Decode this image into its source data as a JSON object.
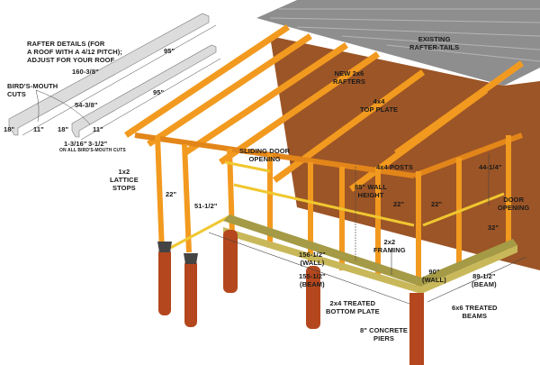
{
  "rafter_details": {
    "title_lines": [
      "RAFTER DETAILS (FOR",
      "A ROOF WITH A 4/12 PITCH);",
      "ADJUST FOR YOUR ROOF"
    ],
    "long_rafter": "160-3/8\"",
    "short_rafter": "54-3/8\"",
    "tail_top": "95\"",
    "tail_bottom": "95\"",
    "birds_mouth": [
      "BIRD'S-MOUTH",
      "CUTS"
    ],
    "dim_18_a": "18\"",
    "dim_11_a": "11\"",
    "dim_18_b": "18\"",
    "dim_11_b": "11\"",
    "cut_depth": "1-3/16\"",
    "cut_seat": "3-1/2\"",
    "cut_note": "ON ALL BIRD'S-MOUTH CUTS"
  },
  "labels": {
    "existing_rafter_tails": [
      "EXISTING",
      "RAFTER-TAILS"
    ],
    "new_rafters": [
      "NEW 2x6",
      "RAFTERS"
    ],
    "top_plate": [
      "4x4",
      "TOP PLATE"
    ],
    "sliding_door": [
      "SLIDING DOOR",
      "OPENING"
    ],
    "posts": "4x4 POSTS",
    "door_height": "44-1/4\"",
    "door_opening": [
      "DOOR",
      "OPENING"
    ],
    "wall_height": [
      "85\" WALL",
      "HEIGHT"
    ],
    "spacing_1": "22\"",
    "spacing_2": "22\"",
    "door_width": "32\"",
    "lattice_stops": [
      "1x2",
      "LATTICE",
      "STOPS"
    ],
    "lattice_spacing": "22\"",
    "lattice_width": "51-1/2\"",
    "framing_2x2": [
      "2x2",
      "FRAMING"
    ],
    "wall_length": [
      "156-1/2\"",
      "(WALL)"
    ],
    "beam_length": [
      "155-1/2\"",
      "(BEAM)"
    ],
    "wall_depth": [
      "90\"",
      "(WALL)"
    ],
    "beam_depth": [
      "89-1/2\"",
      "(BEAM)"
    ],
    "bottom_plate": [
      "2x4 TREATED",
      "BOTTOM PLATE"
    ],
    "beams": [
      "6x6 TREATED",
      "BEAMS"
    ],
    "piers": [
      "8\" CONCRETE",
      "PIERS"
    ]
  },
  "colors": {
    "lumber": "#f29a1f",
    "lumber_dark": "#c9700e",
    "wall": "#9c5526",
    "roof": "#8e8e8e",
    "pier": "#b4471d",
    "plate": "#a59a45"
  }
}
